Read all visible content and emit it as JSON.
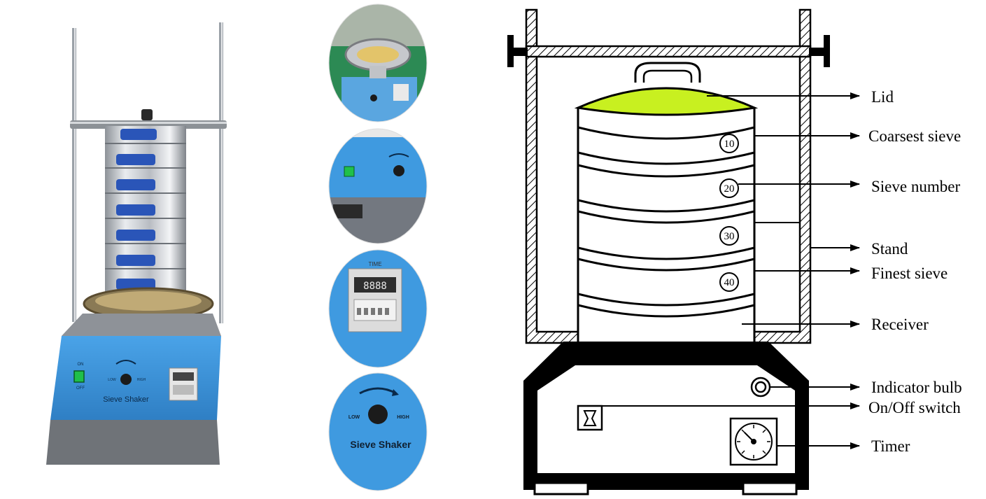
{
  "photo": {
    "panel_title": "Sieve Shaker",
    "switch_on_label": "ON",
    "switch_off_label": "OFF",
    "knob_low_label": "LOW",
    "knob_high_label": "HIGH",
    "accent_blue": "#3b8fd6",
    "steel": "#c9ccd2"
  },
  "closeups": {
    "timer_title": "TIME",
    "lcd_readout": "8888",
    "knob_low_label": "LOW",
    "knob_high_label": "HIGH",
    "panel_text": "Sieve Shaker"
  },
  "diagram": {
    "lid_color": "#c8f020",
    "sieve_numbers": [
      "10",
      "20",
      "30",
      "40"
    ],
    "labels": {
      "lid": "Lid",
      "coarsest": "Coarsest sieve",
      "sieve_number": "Sieve number",
      "stand": "Stand",
      "finest": "Finest sieve",
      "receiver": "Receiver",
      "indicator": "Indicator bulb",
      "switch": "On/Off switch",
      "timer": "Timer"
    }
  }
}
